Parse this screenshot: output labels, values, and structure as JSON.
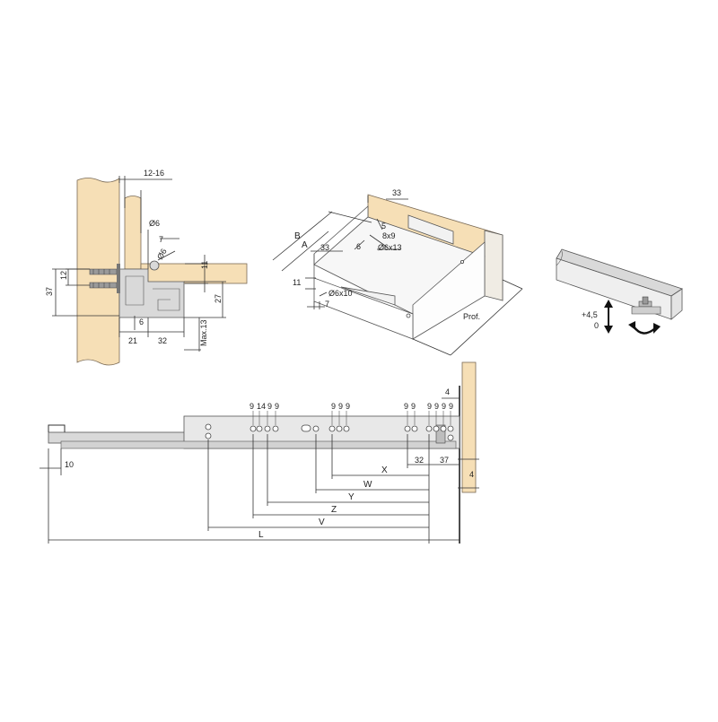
{
  "colors": {
    "wood": "#f6dfb6",
    "steel": "#d9d9d9",
    "line": "#333333"
  },
  "side_view": {
    "gap_range": "12-16",
    "hole_dia_1": "Ø6",
    "hole_dia_2": "Ø6",
    "offset_7": "7",
    "spacing_12": "12",
    "height_37": "37",
    "bottom_11": "11",
    "height_27": "27",
    "offset_6": "6",
    "width_21": "21",
    "width_32": "32",
    "max_13": "Max.13"
  },
  "drawer_view": {
    "top_33": "33",
    "five": "5",
    "slot_8x9": "8x9",
    "dia_6x13": "Ø6x13",
    "label_b": "B",
    "label_a": "A",
    "mid_33": "33",
    "mid_6": "6",
    "eleven": "11",
    "dia_6x10": "Ø6x10",
    "seven": "7",
    "depth": "Prof."
  },
  "adjust_view": {
    "plus": "+4,5",
    "zero": "0"
  },
  "slide_view": {
    "hole_labels_g1": [
      "9",
      "14",
      "9",
      "9"
    ],
    "hole_labels_g2": [
      "9",
      "9",
      "9"
    ],
    "hole_labels_g3": [
      "9",
      "9"
    ],
    "hole_labels_g4": [
      "9",
      "9",
      "9",
      "9"
    ],
    "right_4_top": "4",
    "right_4_side": "4",
    "left_10": "10",
    "dim_32": "32",
    "dim_37": "37",
    "dim_x": "X",
    "dim_w": "W",
    "dim_y": "Y",
    "dim_z": "Z",
    "dim_v": "V",
    "dim_l": "L"
  }
}
